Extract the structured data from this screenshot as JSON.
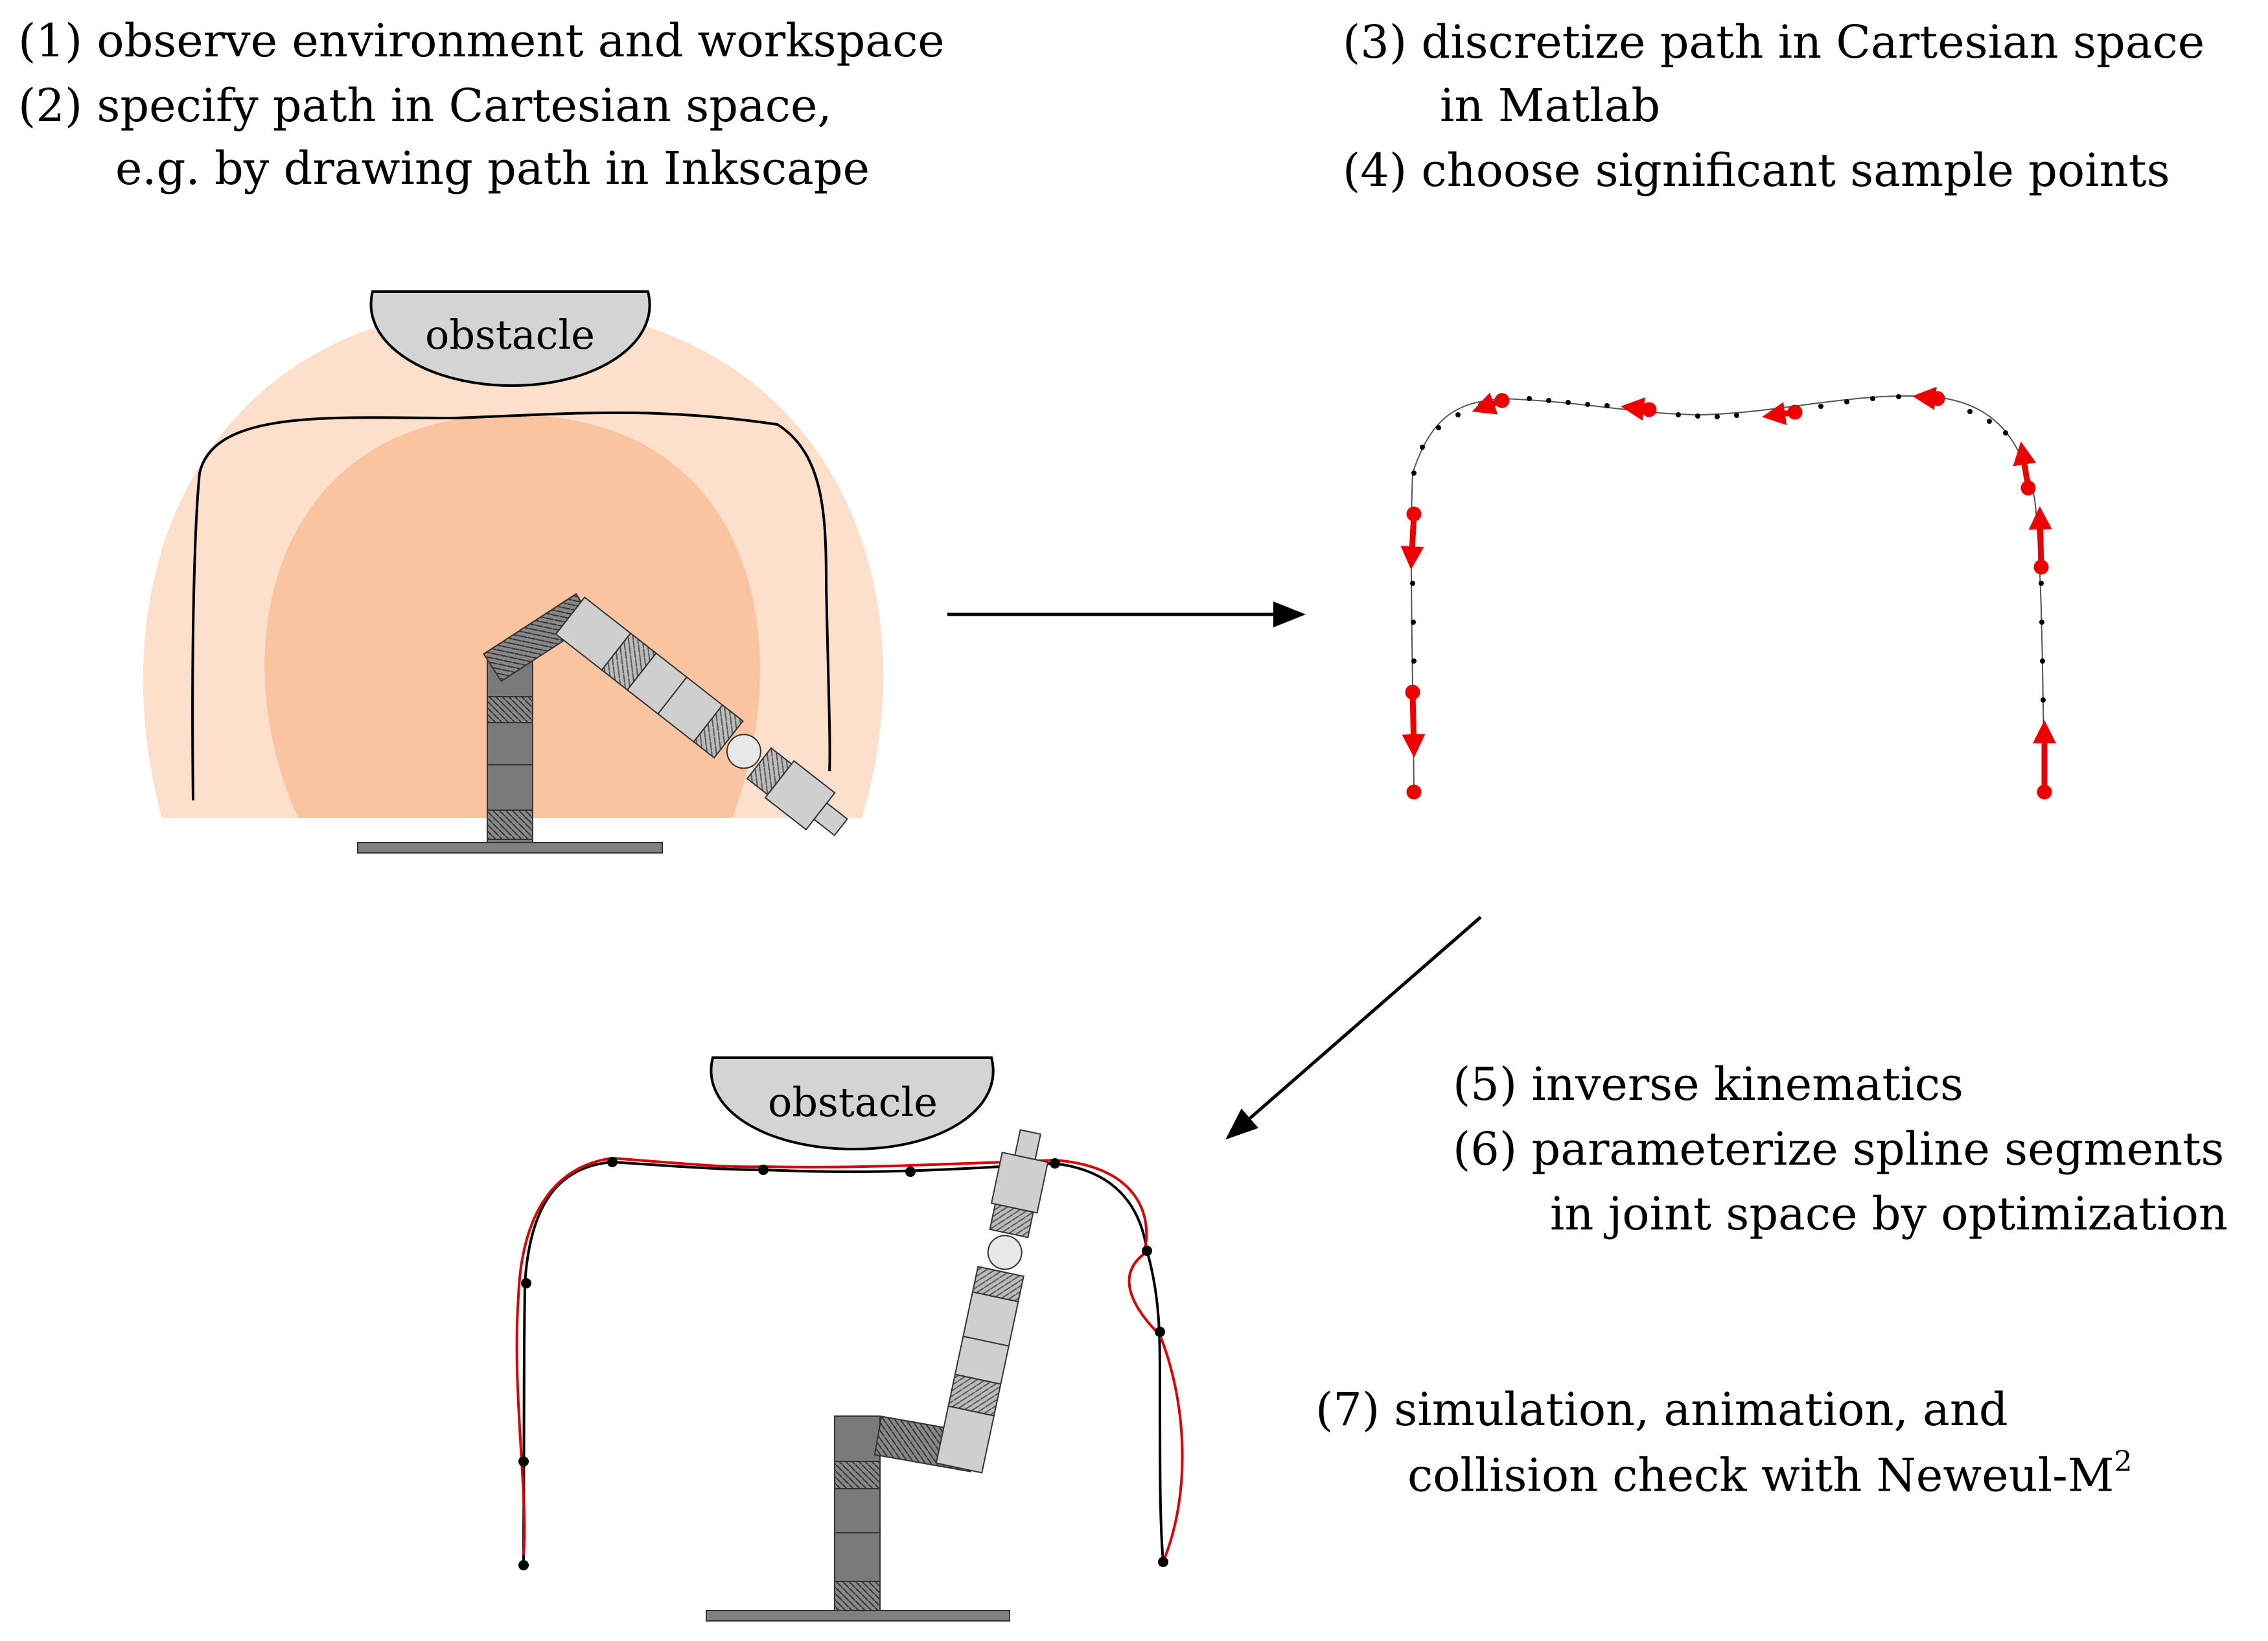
{
  "steps": {
    "s1": "(1) observe environment and workspace",
    "s2a": "(2) specify path in Cartesian space,",
    "s2b": "e.g. by drawing path in Inkscape",
    "s3a": "(3) discretize path in Cartesian space",
    "s3b": "in Matlab",
    "s4": "(4) choose significant sample points",
    "s5": "(5) inverse kinematics",
    "s6a": "(6) parameterize spline segments",
    "s6b": "in joint space by optimization",
    "s7a": "(7) simulation, animation, and",
    "s7b": "collision check with Neweul-M",
    "s7b_sup": "2"
  },
  "panels": {
    "top_obstacle_label": "obstacle",
    "bottom_obstacle_label": "obstacle"
  },
  "colors": {
    "workspace_outer": "#fde0cc",
    "workspace_inner": "#fbc4a0",
    "obstacle": "#d4d4d4",
    "sample_points": "#ee0000",
    "simulated_path": "#dd0000",
    "robot_dark": "#777777",
    "robot_light": "#cccccc"
  }
}
